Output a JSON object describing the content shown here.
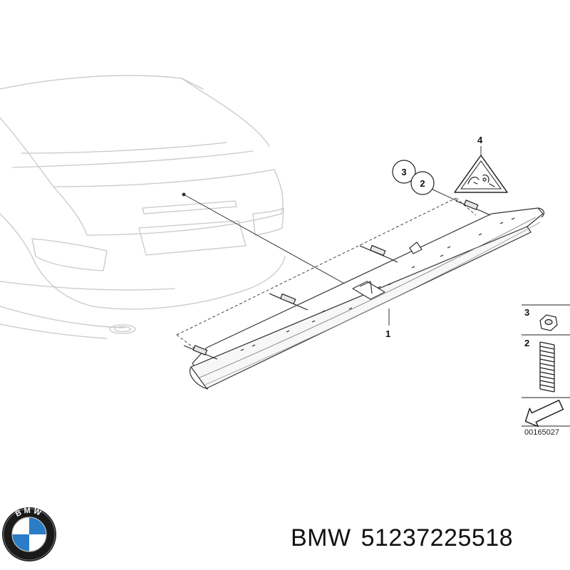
{
  "callouts": {
    "bar": "1",
    "spring": "2",
    "nut": "3",
    "label": "4"
  },
  "legend": {
    "item_top": "3",
    "item_mid": "2"
  },
  "reference_code": "00165027",
  "caption": {
    "brand": "BMW",
    "part_number": "51237225518"
  },
  "logo": {
    "lettering": "BMW"
  }
}
